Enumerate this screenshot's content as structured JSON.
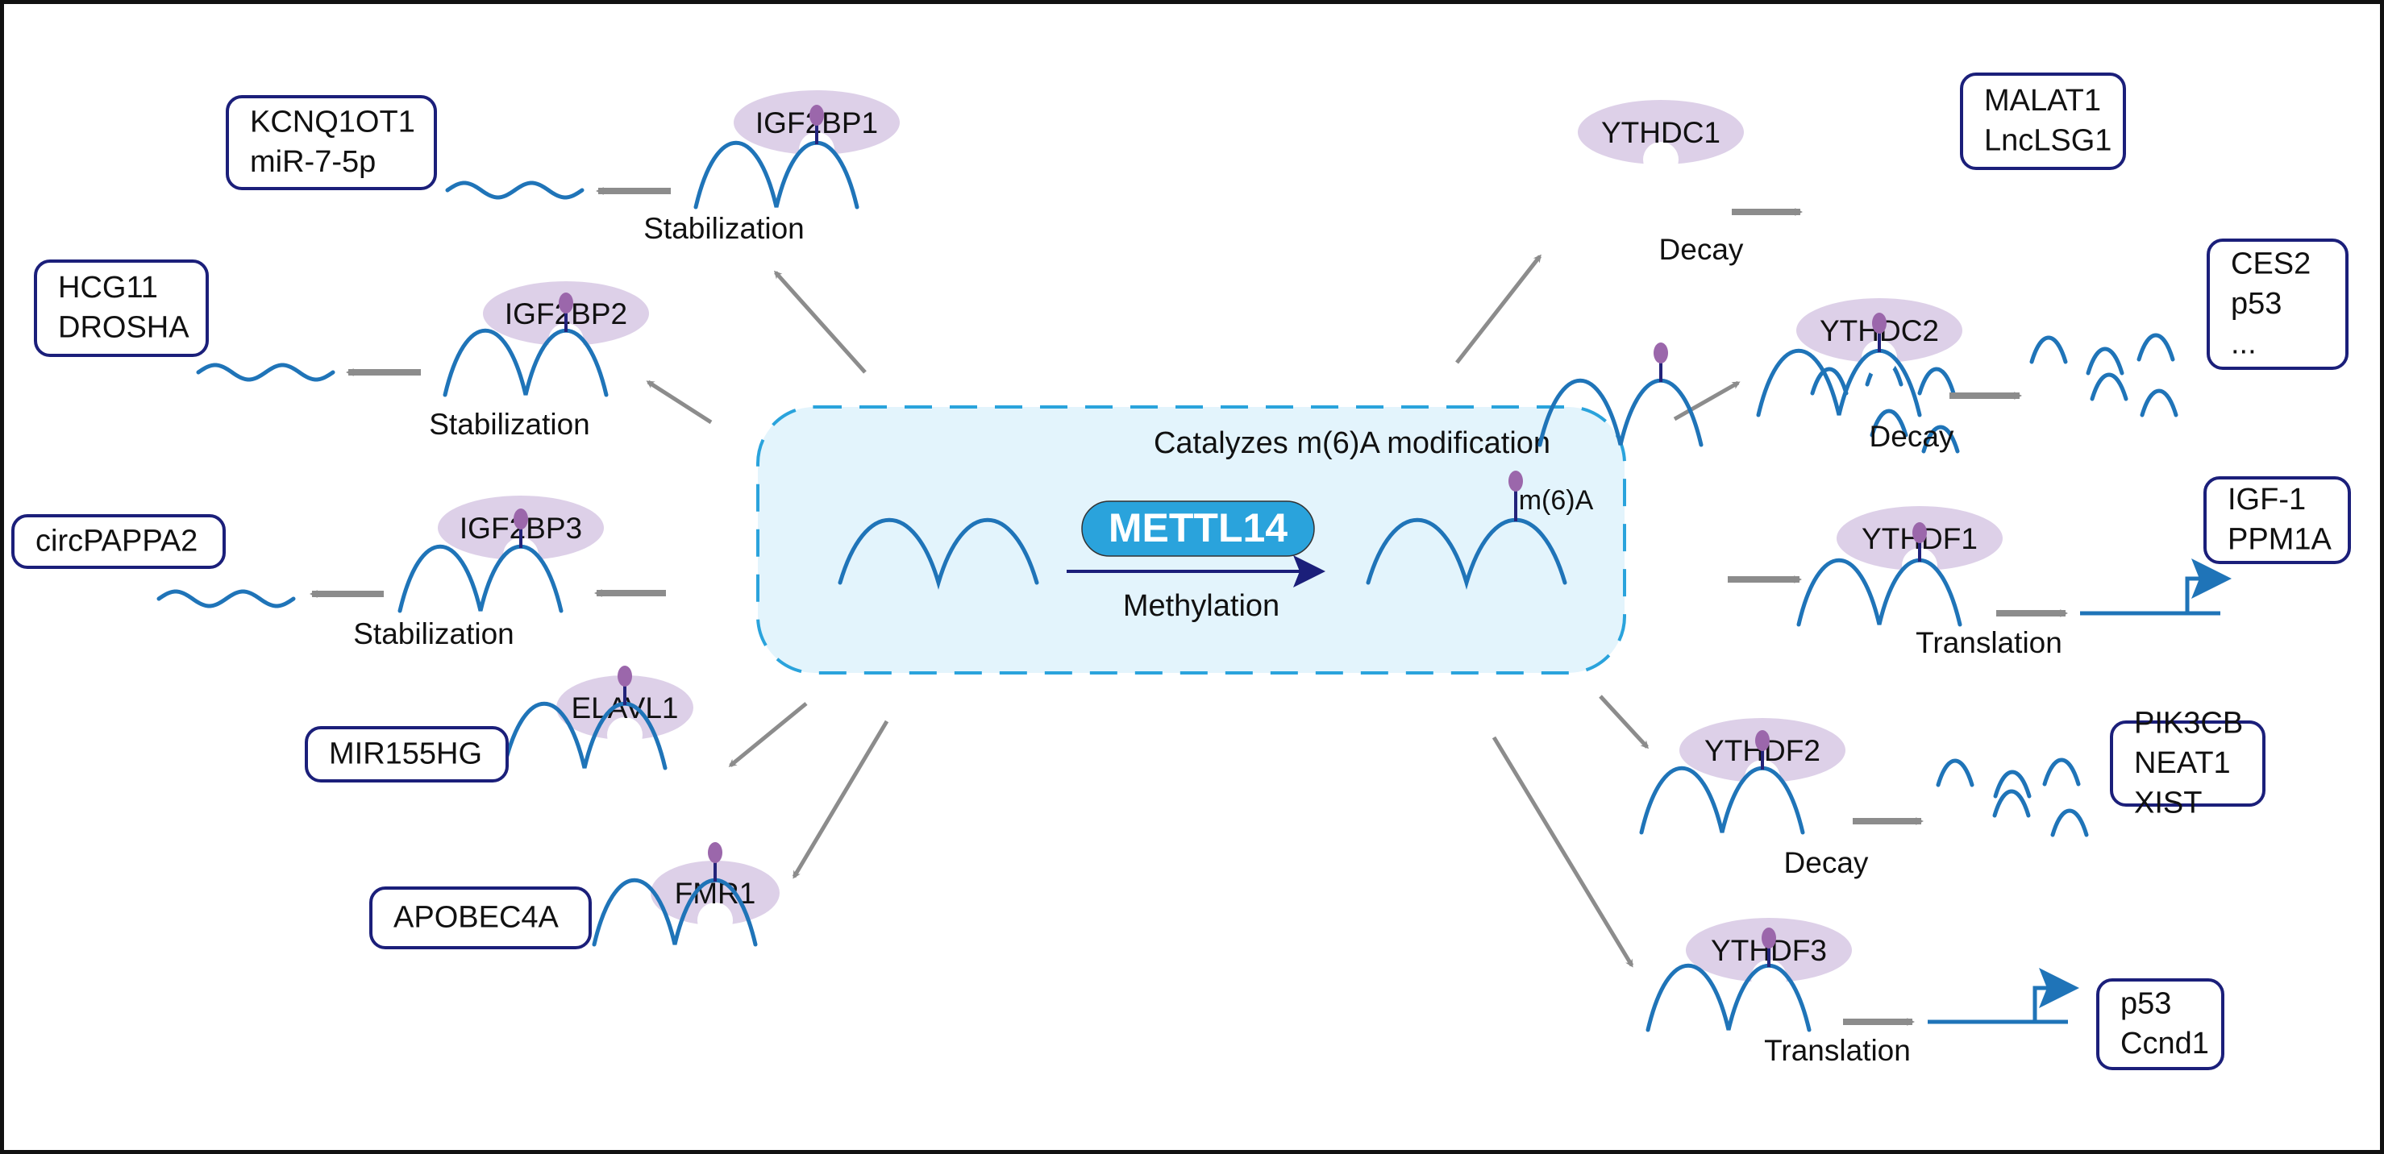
{
  "colors": {
    "rna": "#1f74b8",
    "reader_fill": "#ddd0e8",
    "m6a_dot": "#9b67ab",
    "stem": "#23237a",
    "box_border": "#1b1f7a",
    "arrow_gray": "#8c8c8c",
    "center_fill": "#e3f4fc",
    "center_dash": "#2aa3dc",
    "writer_fill": "#2aa3dc",
    "methyl_arrow": "#1b1f7a"
  },
  "center": {
    "title": "Catalyzes m(6)A modification",
    "writer": "METTL14",
    "process": "Methylation",
    "mark_label": "m(6)A"
  },
  "readers": [
    {
      "id": "igf2bp1",
      "protein": "IGF2BP1",
      "effect": "Stabilization",
      "outcome": "stabilized-rna",
      "targets": [
        "KCNQ1OT1",
        "miR-7-5p"
      ]
    },
    {
      "id": "igf2bp2",
      "protein": "IGF2BP2",
      "effect": "Stabilization",
      "outcome": "stabilized-rna",
      "targets": [
        "HCG11",
        "DROSHA"
      ]
    },
    {
      "id": "igf2bp3",
      "protein": "IGF2BP3",
      "effect": "Stabilization",
      "outcome": "stabilized-rna",
      "targets": [
        "circPAPPA2"
      ]
    },
    {
      "id": "elavl1",
      "protein": "ELAVL1",
      "effect": "",
      "outcome": "none",
      "targets": [
        "MIR155HG"
      ]
    },
    {
      "id": "fmr1",
      "protein": "FMR1",
      "effect": "",
      "outcome": "none",
      "targets": [
        "APOBEC4A"
      ]
    },
    {
      "id": "ythdc1",
      "protein": "YTHDC1",
      "effect": "Decay",
      "outcome": "fragments",
      "targets": [
        "MALAT1",
        "LncLSG1"
      ]
    },
    {
      "id": "ythdc2",
      "protein": "YTHDC2",
      "effect": "Decay",
      "outcome": "fragments",
      "targets": [
        "CES2",
        "p53",
        "..."
      ]
    },
    {
      "id": "ythdf1",
      "protein": "YTHDF1",
      "effect": "Translation",
      "outcome": "translation",
      "targets": [
        "IGF-1",
        "PPM1A"
      ]
    },
    {
      "id": "ythdf2",
      "protein": "YTHDF2",
      "effect": "Decay",
      "outcome": "fragments",
      "targets": [
        "PIK3CB",
        "NEAT1",
        "XIST"
      ]
    },
    {
      "id": "ythdf3",
      "protein": "YTHDF3",
      "effect": "Translation",
      "outcome": "translation",
      "targets": [
        "p53",
        "Ccnd1"
      ]
    }
  ]
}
